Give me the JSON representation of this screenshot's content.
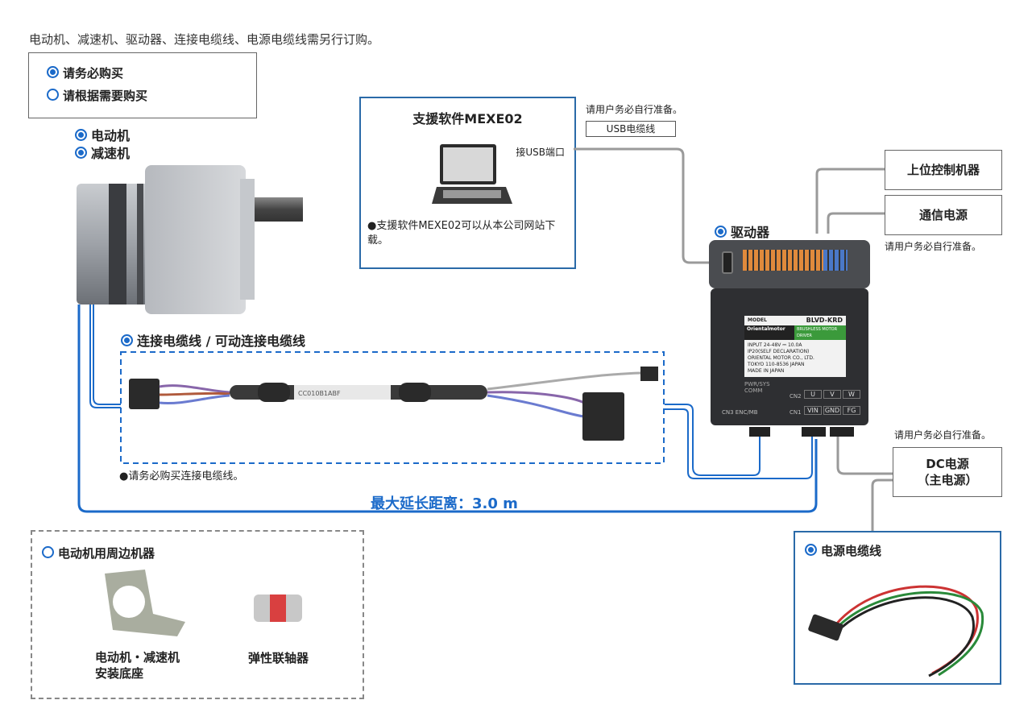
{
  "intro": "电动机、减速机、驱动器、连接电缆线、电源电缆线需另行订购。",
  "legend": {
    "required": "请务必购买",
    "optional": "请根据需要购买"
  },
  "motor": {
    "line1": "电动机",
    "line2": "减速机"
  },
  "software": {
    "title": "支援软件MEXE02",
    "usb_port": "接USB端口",
    "note": "●支援软件MEXE02可以从本公司网站下载。",
    "user_prepare": "请用户务必自行准备。",
    "usb_cable": "USB电缆线"
  },
  "driver": {
    "label": "驱动器",
    "model": "BLVD-KRD",
    "model_tag": "MODEL",
    "brand": "Orientalmotor",
    "type": "BRUSHLESS MOTOR DRIVER",
    "spec1": "INPUT 24-48V ⎓ 10.0A",
    "spec2": "IP20(SELF DECLARATION)",
    "spec3": "ORIENTAL MOTOR CO., LTD.",
    "spec4": "TOKYO 110-8536 JAPAN",
    "spec5": "MADE IN JAPAN",
    "led": "PWR/SYS",
    "comm": "COMM",
    "cn3": "CN3 ENC/MB",
    "cn2": "CN2",
    "cn1": "CN1",
    "u": "U",
    "v": "V",
    "w": "W",
    "vin": "VIN",
    "gnd": "GND",
    "fg": "FG"
  },
  "host": {
    "label": "上位控制机器"
  },
  "comm_power": {
    "label": "通信电源",
    "note": "请用户务必自行准备。"
  },
  "dc_power": {
    "line1": "DC电源",
    "line2": "（主电源）",
    "note": "请用户务必自行准备。"
  },
  "cable": {
    "title": "连接电缆线 / 可动连接电缆线",
    "note": "●请务必购买连接电缆线。",
    "print": "CC010B1ABF"
  },
  "distance": "最大延长距离：3.0 m",
  "peripherals": {
    "title": "电动机用周边机器",
    "mount_line1": "电动机・减速机",
    "mount_line2": "安装底座",
    "coupling": "弹性联轴器"
  },
  "power_cable": {
    "title": "电源电缆线"
  },
  "colors": {
    "accent": "#1b6ac9",
    "frame": "#2a6aa8",
    "line": "#9a9a9a"
  }
}
